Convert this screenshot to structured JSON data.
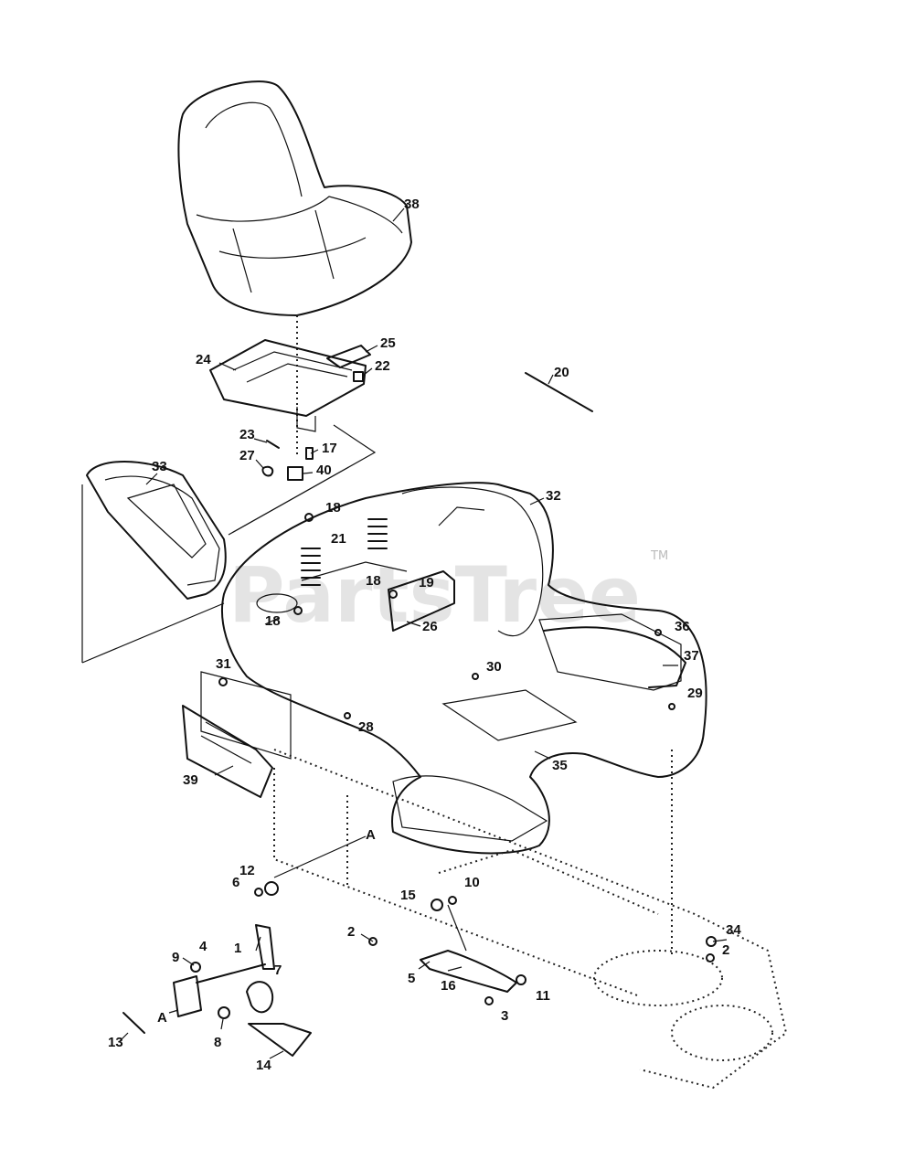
{
  "watermark": {
    "text": "PartsTree",
    "trademark": "TM"
  },
  "callouts": [
    {
      "id": "38",
      "text": "38"
    },
    {
      "id": "25",
      "text": "25"
    },
    {
      "id": "24",
      "text": "24"
    },
    {
      "id": "22",
      "text": "22"
    },
    {
      "id": "20",
      "text": "20"
    },
    {
      "id": "23",
      "text": "23"
    },
    {
      "id": "17",
      "text": "17"
    },
    {
      "id": "27",
      "text": "27"
    },
    {
      "id": "40",
      "text": "40"
    },
    {
      "id": "33",
      "text": "33"
    },
    {
      "id": "32",
      "text": "32"
    },
    {
      "id": "18a",
      "text": "18"
    },
    {
      "id": "21",
      "text": "21"
    },
    {
      "id": "18b",
      "text": "18"
    },
    {
      "id": "19",
      "text": "19"
    },
    {
      "id": "18c",
      "text": "18"
    },
    {
      "id": "26",
      "text": "26"
    },
    {
      "id": "36",
      "text": "36"
    },
    {
      "id": "37",
      "text": "37"
    },
    {
      "id": "31",
      "text": "31"
    },
    {
      "id": "30",
      "text": "30"
    },
    {
      "id": "29",
      "text": "29"
    },
    {
      "id": "28",
      "text": "28"
    },
    {
      "id": "35",
      "text": "35"
    },
    {
      "id": "39",
      "text": "39"
    },
    {
      "id": "A1",
      "text": "A"
    },
    {
      "id": "12",
      "text": "12"
    },
    {
      "id": "6",
      "text": "6"
    },
    {
      "id": "15",
      "text": "15"
    },
    {
      "id": "10",
      "text": "10"
    },
    {
      "id": "2a",
      "text": "2"
    },
    {
      "id": "34",
      "text": "34"
    },
    {
      "id": "2b",
      "text": "2"
    },
    {
      "id": "4",
      "text": "4"
    },
    {
      "id": "1",
      "text": "1"
    },
    {
      "id": "9",
      "text": "9"
    },
    {
      "id": "7",
      "text": "7"
    },
    {
      "id": "5",
      "text": "5"
    },
    {
      "id": "16",
      "text": "16"
    },
    {
      "id": "11",
      "text": "11"
    },
    {
      "id": "3",
      "text": "3"
    },
    {
      "id": "A2",
      "text": "A"
    },
    {
      "id": "13",
      "text": "13"
    },
    {
      "id": "8",
      "text": "8"
    },
    {
      "id": "14",
      "text": "14"
    }
  ]
}
